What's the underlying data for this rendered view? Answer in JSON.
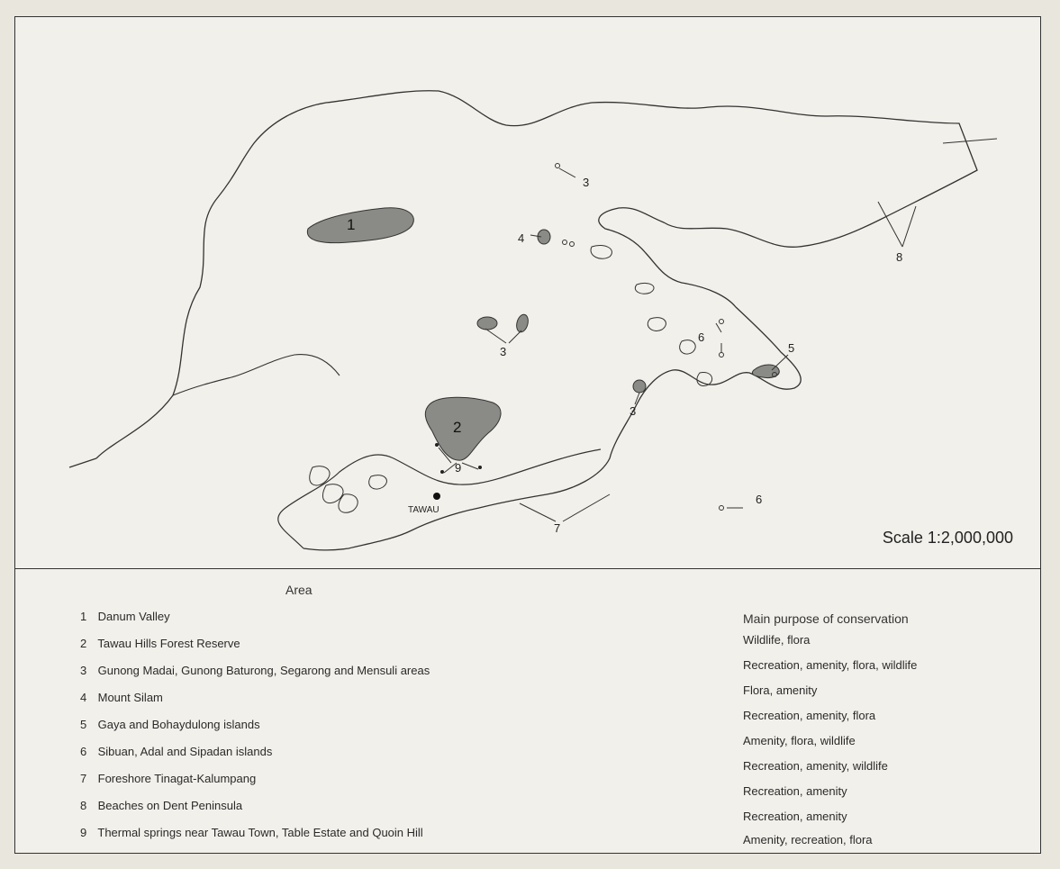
{
  "scale_label": "Scale 1:2,000,000",
  "town": "TAWAU",
  "legend": {
    "area_header": "Area",
    "purpose_header": "Main purpose of conservation",
    "rows": [
      {
        "num": "1",
        "area": "Danum Valley",
        "purpose": "Wildlife, flora"
      },
      {
        "num": "2",
        "area": "Tawau Hills Forest Reserve",
        "purpose": "Recreation, amenity, flora, wildlife"
      },
      {
        "num": "3",
        "area": "Gunong Madai, Gunong Baturong, Segarong and Mensuli areas",
        "purpose": "Flora, amenity"
      },
      {
        "num": "4",
        "area": "Mount Silam",
        "purpose": "Recreation, amenity, flora"
      },
      {
        "num": "5",
        "area": "Gaya and Bohaydulong islands",
        "purpose": "Amenity, flora, wildlife"
      },
      {
        "num": "6",
        "area": "Sibuan, Adal and Sipadan islands",
        "purpose": "Recreation, amenity, wildlife"
      },
      {
        "num": "7",
        "area": "Foreshore Tinagat-Kalumpang",
        "purpose": "Recreation, amenity"
      },
      {
        "num": "8",
        "area": "Beaches on Dent Peninsula",
        "purpose": "Recreation, amenity"
      },
      {
        "num": "9",
        "area": "Thermal springs near Tawau Town, Table Estate and Quoin Hill",
        "purpose": "Amenity, recreation, flora"
      }
    ]
  },
  "map_labels": {
    "l1": "1",
    "l2": "2",
    "l3a": "3",
    "l3b": "3",
    "l3c": "3",
    "l4": "4",
    "l5": "5",
    "l6a": "6",
    "l6b": "6",
    "l7": "7",
    "l8": "8",
    "l9": "9"
  },
  "colors": {
    "paper": "#f2f0ea",
    "ink": "#2a2a2a",
    "shade": "#8a8a86"
  }
}
